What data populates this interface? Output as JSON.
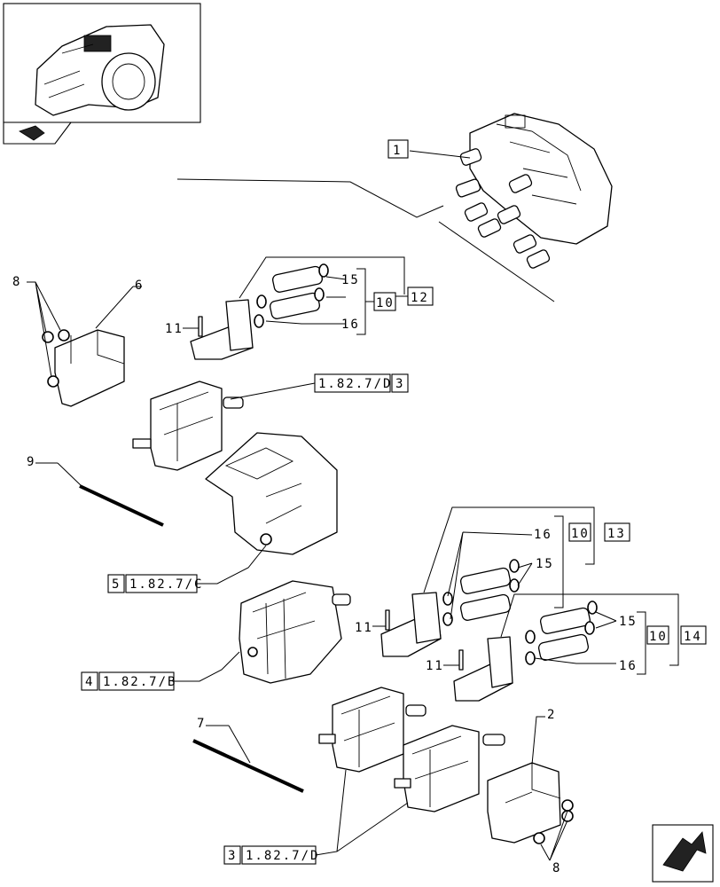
{
  "labels": {
    "l1": "1",
    "l2": "2",
    "l6": "6",
    "l7": "7",
    "l8a": "8",
    "l8b": "8",
    "l9": "9",
    "l11a": "11",
    "l11b": "11",
    "l11c": "11",
    "l15a": "15",
    "l15b": "15",
    "l15c": "15",
    "l16a": "16",
    "l16b": "16",
    "l16c": "16",
    "l10a": "10",
    "l10b": "10",
    "l10c": "10",
    "l12": "12",
    "l13": "13",
    "l14": "14"
  },
  "refs": {
    "r1": {
      "num": "3",
      "code": "1.82.7/D"
    },
    "r2": {
      "num": "5",
      "code": "1.82.7/C"
    },
    "r3": {
      "num": "4",
      "code": "1.82.7/B"
    },
    "r4": {
      "num": "3",
      "code": "1.82.7/D"
    }
  },
  "icons": {
    "thumbnail": "transmission-housing-thumbnail",
    "corner_nav": "next-page-arrow-icon",
    "thumb_nav": "previous-page-arrow-icon"
  }
}
